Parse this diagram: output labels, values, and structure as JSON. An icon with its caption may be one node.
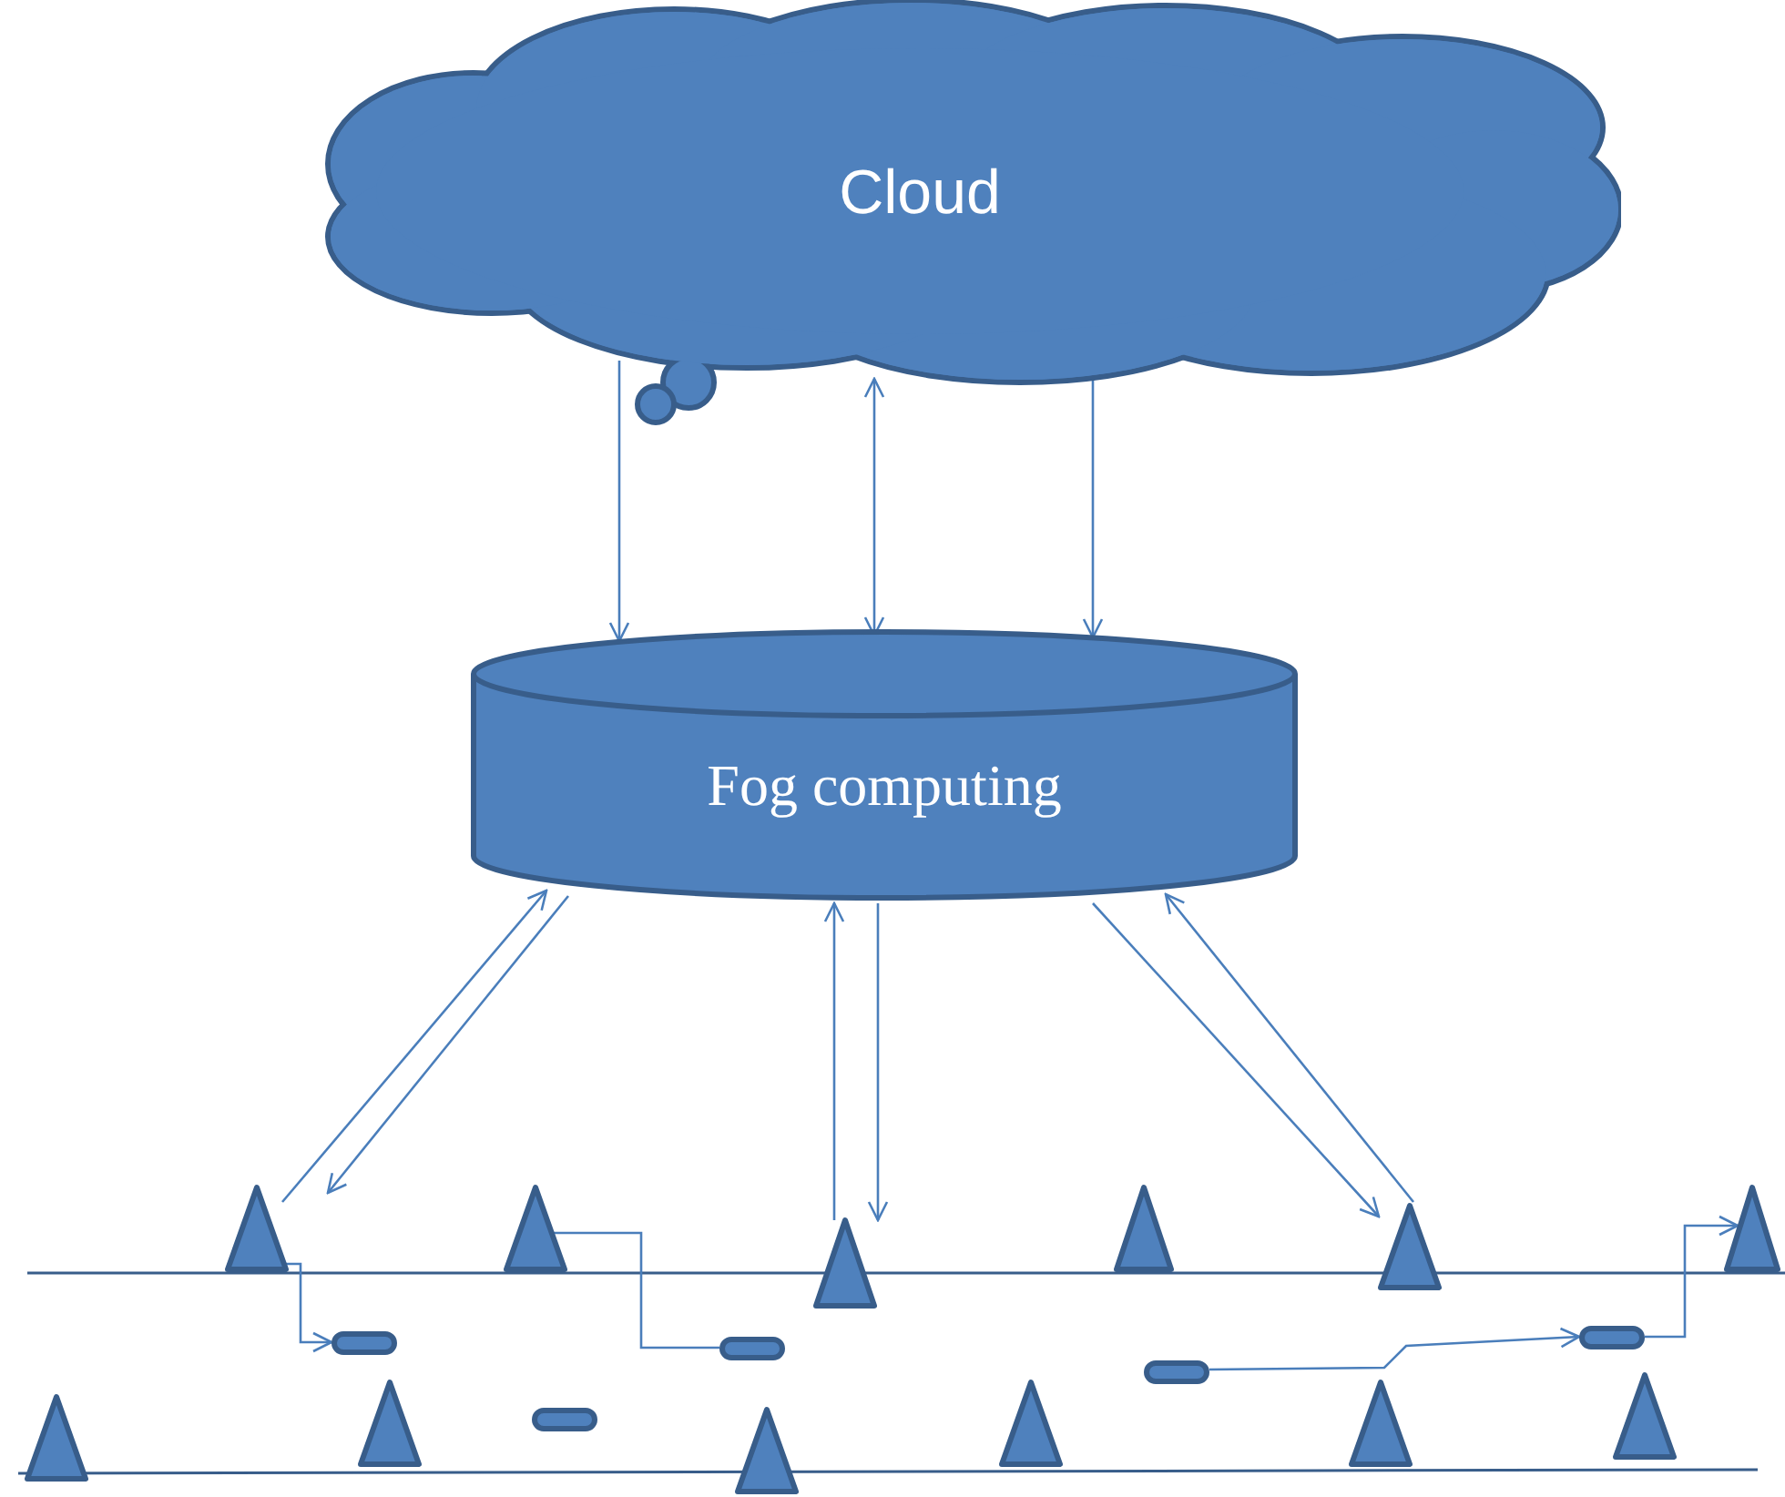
{
  "diagram": {
    "nodes": [
      {
        "text": [
          "Cloud"
        ]
      },
      {
        "text": [
          "Fog computing"
        ]
      },
      {
        "text": [],
        "shape": "triangle"
      },
      {
        "text": [],
        "shape": "triangle"
      },
      {
        "text": [],
        "shape": "triangle"
      },
      {
        "text": [],
        "shape": "triangle"
      },
      {
        "text": [],
        "shape": "triangle"
      },
      {
        "text": [],
        "shape": "triangle"
      },
      {
        "text": [],
        "shape": "box"
      },
      {
        "text": [],
        "shape": "box"
      },
      {
        "text": [],
        "shape": "box"
      },
      {
        "text": [],
        "shape": "box"
      },
      {
        "text": [],
        "shape": "box"
      },
      {
        "text": [],
        "shape": "triangle"
      },
      {
        "text": [],
        "shape": "triangle"
      },
      {
        "text": [],
        "shape": "triangle"
      },
      {
        "text": [],
        "shape": "triangle"
      },
      {
        "text": [],
        "shape": "triangle"
      },
      {
        "text": [],
        "shape": "triangle"
      }
    ],
    "edges": [
      {
        "from": 0,
        "to": 1,
        "arrow": "to"
      },
      {
        "from": 0,
        "to": 1,
        "arrow": "both"
      },
      {
        "from": 0,
        "to": 1,
        "arrow": "both"
      },
      {
        "from": 2,
        "to": 1,
        "arrow": "to"
      },
      {
        "from": 1,
        "to": 2,
        "arrow": "to"
      },
      {
        "from": 4,
        "to": 1,
        "arrow": "to"
      },
      {
        "from": 1,
        "to": 4,
        "arrow": "to"
      },
      {
        "from": 1,
        "to": 6,
        "arrow": "to"
      },
      {
        "from": 6,
        "to": 1,
        "arrow": "to"
      },
      {
        "from": 2,
        "to": 8,
        "arrow": "to"
      },
      {
        "from": 3,
        "to": 10,
        "arrow": "none"
      },
      {
        "from": 11,
        "to": 12,
        "arrow": "to"
      },
      {
        "from": 12,
        "to": 7,
        "arrow": "to"
      }
    ]
  }
}
